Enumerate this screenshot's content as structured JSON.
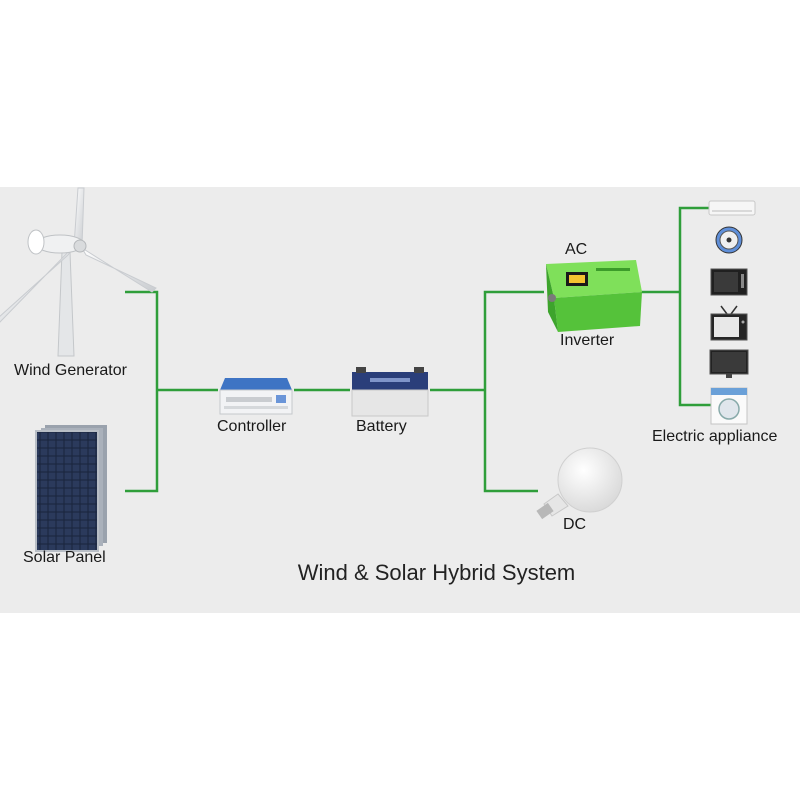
{
  "title": "Wind & Solar Hybrid System",
  "labels": {
    "wind_generator": "Wind Generator",
    "solar_panel": "Solar Panel",
    "controller": "Controller",
    "battery": "Battery",
    "ac": "AC",
    "inverter": "Inverter",
    "dc": "DC",
    "electric_appliance": "Electric appliance"
  },
  "colors": {
    "wire": "#2f9e3a",
    "inverter_body": "#5fcf3f",
    "background": "#ececec"
  },
  "icons": [
    "wind-turbine-icon",
    "solar-panel-icon",
    "controller-icon",
    "battery-icon",
    "inverter-icon",
    "light-bulb-icon",
    "air-conditioner-icon",
    "fan-icon",
    "microwave-icon",
    "tv-icon",
    "monitor-icon",
    "washing-machine-icon"
  ]
}
